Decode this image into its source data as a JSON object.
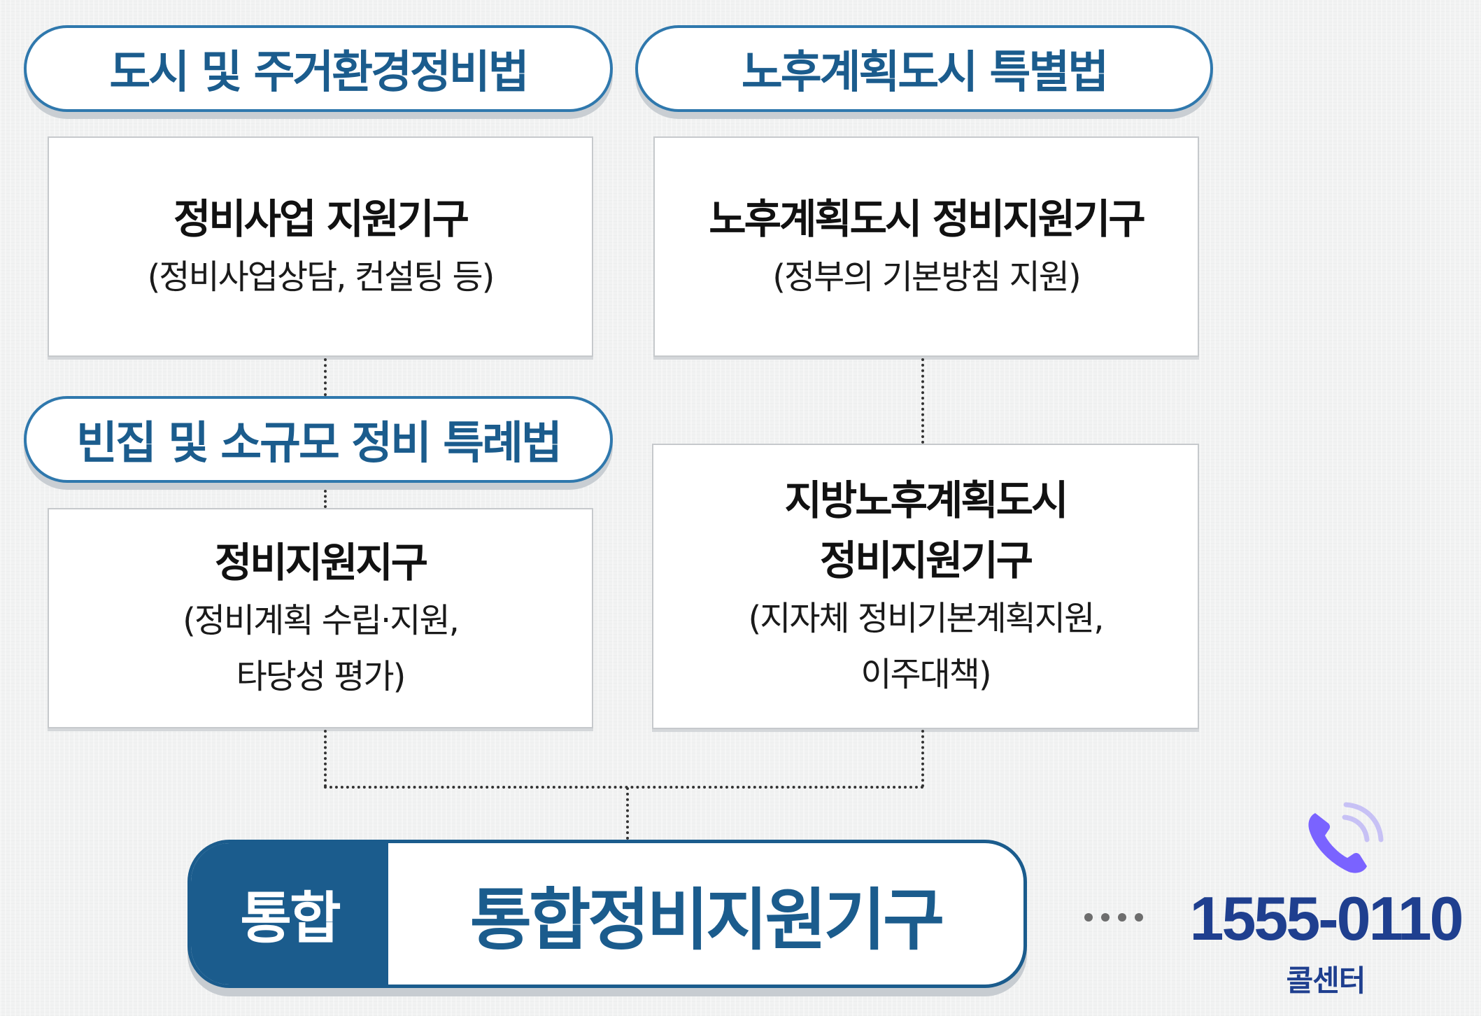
{
  "law_headers": {
    "urban_renewal": "도시 및 주거환경정비법",
    "aging_city": "노후계획도시 특별법",
    "small_scale": "빈집 및 소규모 정비 특례법"
  },
  "boxes": {
    "renewal_support": {
      "title": "정비사업 지원기구",
      "desc": "(정비사업상담, 컨설팅 등)"
    },
    "aging_support": {
      "title": "노후계획도시 정비지원기구",
      "desc": "(정부의 기본방침 지원)"
    },
    "district_support": {
      "title": "정비지원지구",
      "desc_line1": "(정비계획 수립·지원,",
      "desc_line2": "타당성 평가)"
    },
    "local_aging_support": {
      "title_line1": "지방노후계획도시",
      "title_line2": "정비지원기구",
      "desc_line1": "(지자체 정비기본계획지원,",
      "desc_line2": "이주대책)"
    }
  },
  "integrated": {
    "tag": "통합",
    "title": "통합정비지원기구"
  },
  "contact": {
    "phone": "1555-0110",
    "label": "콜센터",
    "icon": "phone-ringing-icon"
  },
  "colors": {
    "primary": "#1b5c8d",
    "pill_border": "#2f78ad",
    "phone_text": "#1f3f8f",
    "phone_icon": "#7a63ff"
  }
}
